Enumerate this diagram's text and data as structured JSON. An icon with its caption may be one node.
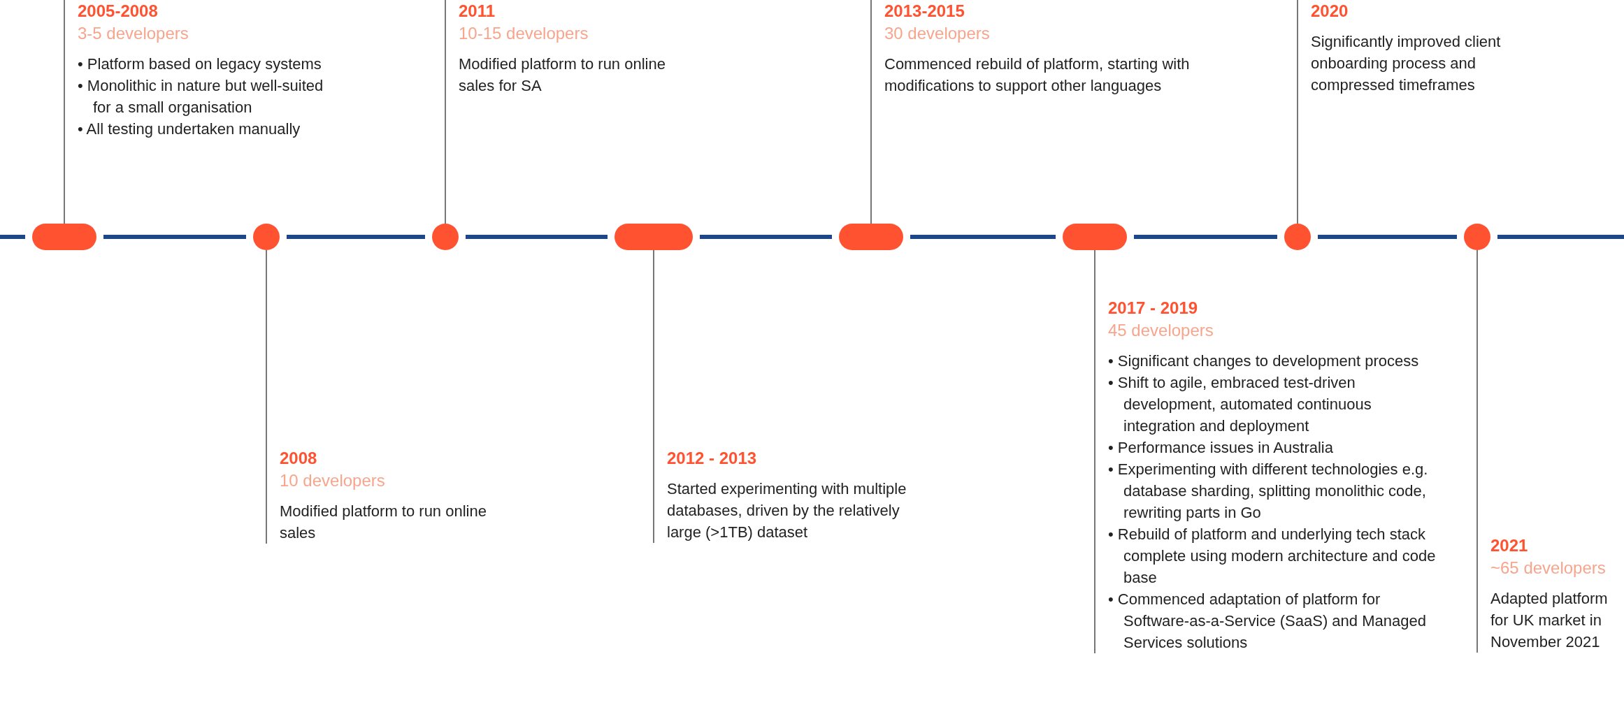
{
  "diagram": {
    "nodes": [
      {
        "text": [],
        "shape": "pill"
      },
      {
        "text": [
          "2005-2008",
          "3-5 developers",
          "• Platform based on legacy systems",
          "• Monolithic in nature but well-suited for a small organisation",
          "• All testing undertaken manually"
        ]
      },
      {
        "text": [],
        "shape": "circle"
      },
      {
        "text": [
          "2008",
          "10 developers",
          "Modified platform to run online sales"
        ]
      },
      {
        "text": [],
        "shape": "circle"
      },
      {
        "text": [
          "2011",
          "10-15 developers",
          "Modified platform to run online sales for SA"
        ]
      },
      {
        "text": [],
        "shape": "pill"
      },
      {
        "text": [
          "2012 - 2013",
          "Started experimenting with multiple databases, driven by the relatively large (>1TB) dataset"
        ]
      },
      {
        "text": [],
        "shape": "pill"
      },
      {
        "text": [
          "2013-2015",
          "30 developers",
          "Commenced rebuild of platform, starting with modifications to support other languages"
        ]
      },
      {
        "text": [],
        "shape": "pill"
      },
      {
        "text": [
          "2017 - 2019",
          "45 developers",
          "• Significant changes to development process",
          "• Shift to agile, embraced test-driven development, automated continuous integration and deployment",
          "• Performance issues in Australia",
          "• Experimenting with different technologies e.g. database sharding, splitting monolithic code, rewriting parts in Go",
          "• Rebuild of platform and underlying tech stack complete using modern architecture and code base",
          "• Commenced adaptation of platform for Software-as-a-Service (SaaS) and Managed Services solutions"
        ]
      },
      {
        "text": [],
        "shape": "circle"
      },
      {
        "text": [
          "2020",
          "Significantly improved client onboarding process and compressed timeframes"
        ]
      },
      {
        "text": [],
        "shape": "circle"
      },
      {
        "text": [
          "2021",
          "~65 developers",
          "Adapted platform for UK market in November 2021"
        ]
      }
    ],
    "edges": [
      {
        "from": 0,
        "to": 1,
        "arrow": "none"
      },
      {
        "from": 2,
        "to": 3,
        "arrow": "none"
      },
      {
        "from": 4,
        "to": 5,
        "arrow": "none"
      },
      {
        "from": 6,
        "to": 7,
        "arrow": "none"
      },
      {
        "from": 8,
        "to": 9,
        "arrow": "none"
      },
      {
        "from": 10,
        "to": 11,
        "arrow": "none"
      },
      {
        "from": 12,
        "to": 13,
        "arrow": "none"
      },
      {
        "from": 14,
        "to": 15,
        "arrow": "none"
      }
    ]
  }
}
